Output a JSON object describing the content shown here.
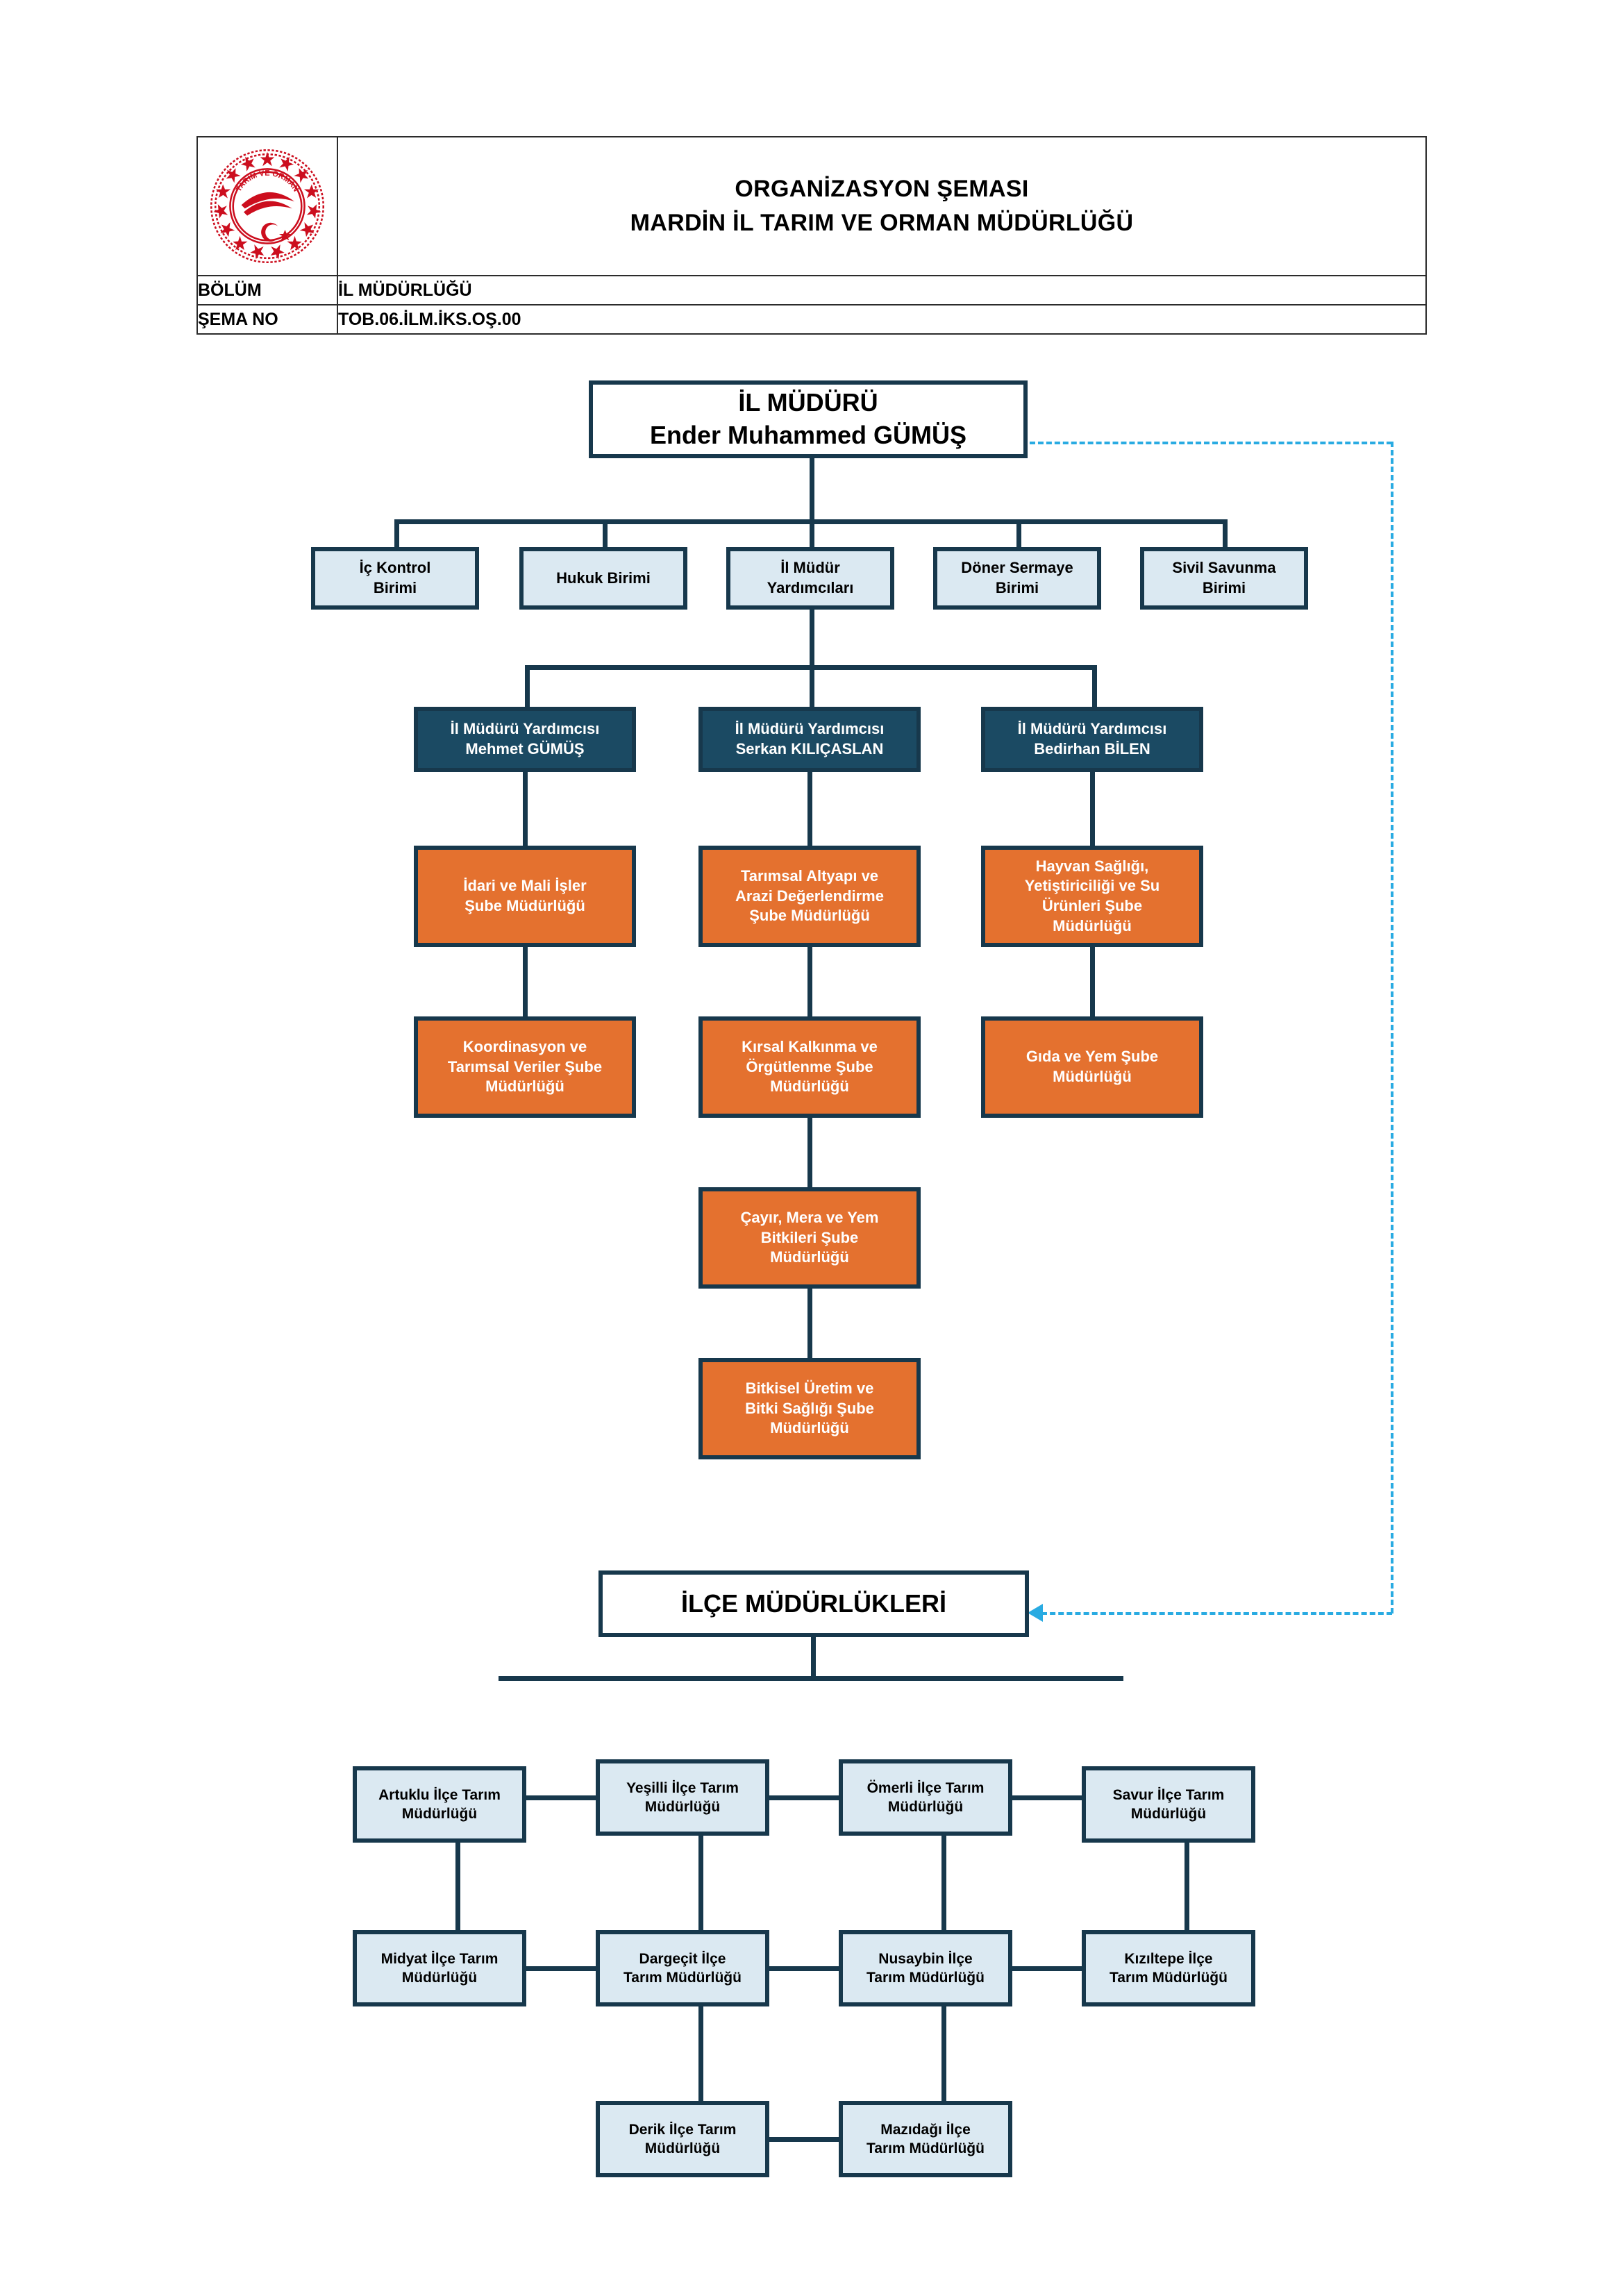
{
  "header": {
    "title_line1": "ORGANİZASYON ŞEMASI",
    "title_line2": "MARDİN İL TARIM VE ORMAN MÜDÜRLÜĞÜ",
    "bolum_label": "BÖLÜM",
    "bolum_value": "İL MÜDÜRLÜĞÜ",
    "sema_no_label": "ŞEMA NO",
    "sema_no_value": "TOB.06.İLM.İKS.OŞ.00",
    "logo_name": "turkiye-cumhuriyeti-tarim-ve-orman-bakanligi-seal"
  },
  "director": {
    "title": "İL MÜDÜRÜ",
    "name": "Ender Muhammed GÜMÜŞ"
  },
  "units": [
    {
      "label": "İç Kontrol\nBirimi"
    },
    {
      "label": "Hukuk Birimi"
    },
    {
      "label": "İl Müdür\nYardımcıları"
    },
    {
      "label": "Döner Sermaye\nBirimi"
    },
    {
      "label": "Sivil Savunma\nBirimi"
    }
  ],
  "deputies": [
    {
      "title": "İl Müdürü Yardımcısı",
      "name": "Mehmet GÜMÜŞ"
    },
    {
      "title": "İl Müdürü Yardımcısı",
      "name": "Serkan KILIÇASLAN"
    },
    {
      "title": "İl Müdürü Yardımcısı",
      "name": "Bedirhan BİLEN"
    }
  ],
  "branches": {
    "col1": [
      "İdari ve Mali İşler\nŞube Müdürlüğü",
      "Koordinasyon ve\nTarımsal Veriler Şube\nMüdürlüğü"
    ],
    "col2": [
      "Tarımsal Altyapı ve\nArazi Değerlendirme\nŞube Müdürlüğü",
      "Kırsal Kalkınma ve\nÖrgütlenme Şube\nMüdürlüğü",
      "Çayır, Mera ve Yem\nBitkileri Şube\nMüdürlüğü",
      "Bitkisel Üretim ve\nBitki Sağlığı Şube\nMüdürlüğü"
    ],
    "col3": [
      "Hayvan Sağlığı,\nYetiştiriciliği ve Su\nÜrünleri Şube\nMüdürlüğü",
      "Gıda ve Yem Şube\nMüdürlüğü"
    ]
  },
  "districts_header": "İLÇE MÜDÜRLÜKLERİ",
  "districts": {
    "row1": [
      "Artuklu İlçe Tarım\nMüdürlüğü",
      "Yeşilli İlçe Tarım\nMüdürlüğü",
      "Ömerli İlçe Tarım\nMüdürlüğü",
      "Savur İlçe Tarım\nMüdürlüğü"
    ],
    "row2": [
      "Midyat İlçe Tarım\nMüdürlüğü",
      "Dargeçit İlçe\nTarım Müdürlüğü",
      "Nusaybin İlçe\nTarım Müdürlüğü",
      "Kızıltepe İlçe\nTarım Müdürlüğü"
    ],
    "row3": [
      "Derik İlçe Tarım\nMüdürlüğü",
      "Mazıdağı İlçe\nTarım Müdürlüğü"
    ]
  },
  "colors": {
    "navy": "#17384c",
    "navy_fill": "#1b4a63",
    "light_blue": "#dbe9f2",
    "orange": "#e4712f",
    "cyan_dashed": "#29abe2",
    "seal_red": "#cc0e1e"
  }
}
